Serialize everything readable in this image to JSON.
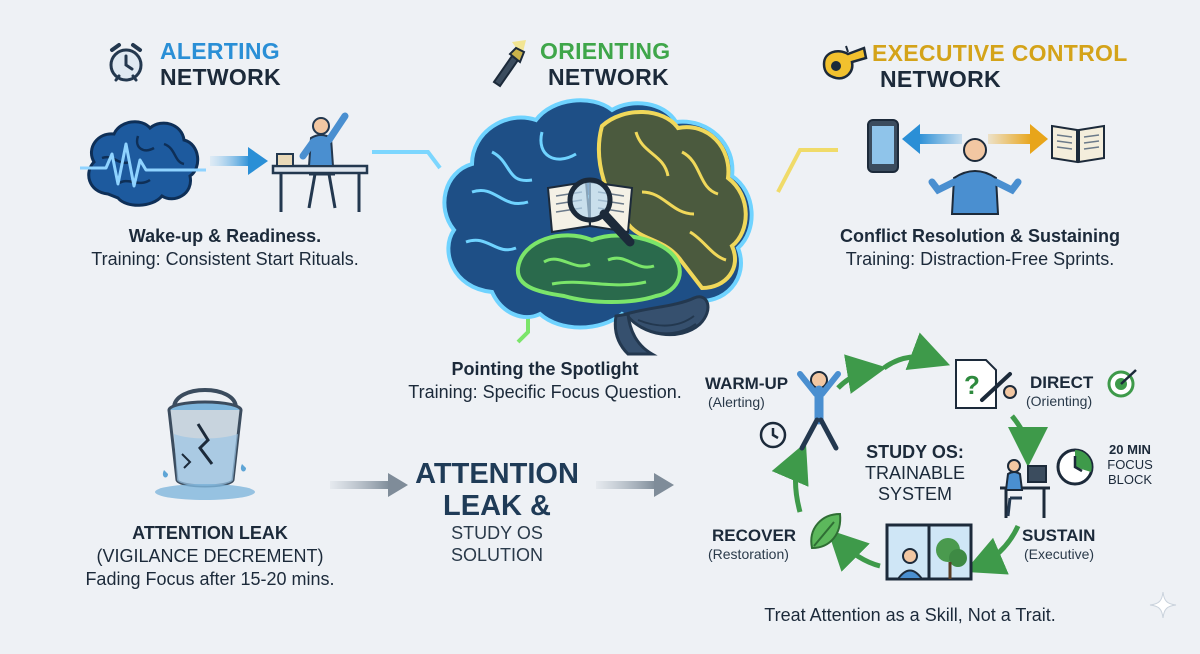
{
  "networks": {
    "alerting": {
      "title_line1": "ALERTING",
      "title_line2": "NETWORK",
      "caption_bold": "Wake-up & Readiness.",
      "caption_training": "Training: Consistent Start Rituals.",
      "color": "#2a8fd6"
    },
    "orienting": {
      "title_line1": "ORIENTING",
      "title_line2": "NETWORK",
      "caption_bold": "Pointing the Spotlight",
      "caption_training": "Training: Specific Focus Question.",
      "color": "#3fa64a"
    },
    "executive": {
      "title_line1": "EXECUTIVE CONTROL",
      "title_line2": "NETWORK",
      "caption_bold": "Conflict Resolution & Sustaining",
      "caption_training": "Training: Distraction-Free Sprints.",
      "color": "#d4a319"
    }
  },
  "leak": {
    "line1": "ATTENTION LEAK",
    "line2": "(VIGILANCE DECREMENT)",
    "line3": "Fading Focus after 15-20 mins."
  },
  "center": {
    "line1": "ATTENTION",
    "line2": "LEAK &",
    "line3": "STUDY OS",
    "line4": "SOLUTION"
  },
  "cycle": {
    "core_line1": "STUDY OS:",
    "core_line2": "TRAINABLE",
    "core_line3": "SYSTEM",
    "warmup": {
      "label": "WARM-UP",
      "sub": "(Alerting)"
    },
    "direct": {
      "label": "DIRECT",
      "sub": "(Orienting)"
    },
    "block": {
      "line1": "20 MIN",
      "line2": "FOCUS",
      "line3": "BLOCK"
    },
    "sustain": {
      "label": "SUSTAIN",
      "sub": "(Executive)"
    },
    "recover": {
      "label": "RECOVER",
      "sub": "(Restoration)"
    },
    "footer": "Treat Attention as a Skill, Not a Trait."
  },
  "icons": {
    "alerting": "alarm-clock-icon",
    "orienting": "flashlight-icon",
    "executive": "whistle-icon",
    "spotlight": "magnifier-book-icon",
    "leak": "leaking-bucket-icon",
    "direct": "target-icon",
    "timer": "timer-icon",
    "recover": "leaf-icon"
  }
}
